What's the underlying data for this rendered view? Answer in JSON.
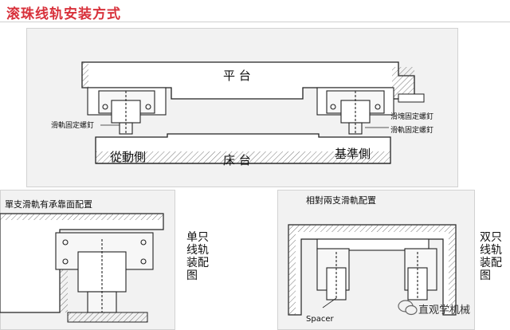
{
  "title": "滚珠线轨安装方式",
  "top_diagram": {
    "label_table": "平 台",
    "label_bed": "床 台",
    "label_driven_side": "從動側",
    "label_reference_side": "基準側",
    "label_rail_screw": "滑軌固定螺釘",
    "label_block_screw": "滑塊固定螺釘",
    "label_rail_screw_right": "滑軌固定螺釘"
  },
  "bottom_left": {
    "caption": "單支滑軌有承靠面配置",
    "side_text": [
      "单只",
      "线轨",
      "装配",
      "图"
    ]
  },
  "bottom_right": {
    "caption": "相對兩支滑軌配置",
    "spacer_label": "Spacer",
    "side_text": [
      "双只",
      "线轨",
      "装配",
      "图"
    ]
  },
  "watermark": {
    "icon": "wechat-icon",
    "text": "直观学机械"
  },
  "colors": {
    "title": "#d8313b",
    "panel_bg": "#f2f2f2",
    "hatch": "#555555"
  }
}
